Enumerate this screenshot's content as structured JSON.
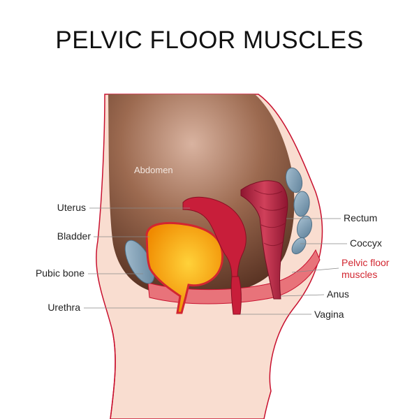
{
  "title": "PELVIC FLOOR MUSCLES",
  "labels": {
    "abdomen": "Abdomen",
    "uterus": "Uterus",
    "bladder": "Bladder",
    "pubic_bone": "Pubic bone",
    "urethra": "Urethra",
    "rectum": "Rectum",
    "coccyx": "Coccyx",
    "pelvic_floor_line1": "Pelvic floor",
    "pelvic_floor_line2": "muscles",
    "anus": "Anus",
    "vagina": "Vagina"
  },
  "colors": {
    "skin": "#f9ddd0",
    "outline": "#c8102e",
    "abdomen": "#8a5a42",
    "bladder": "#f7b400",
    "uterus": "#c81e3a",
    "rectum": "#b3203a",
    "bone": "#7f9fb6",
    "pelvic_floor": "#e8737a",
    "label_red": "#d22630"
  }
}
